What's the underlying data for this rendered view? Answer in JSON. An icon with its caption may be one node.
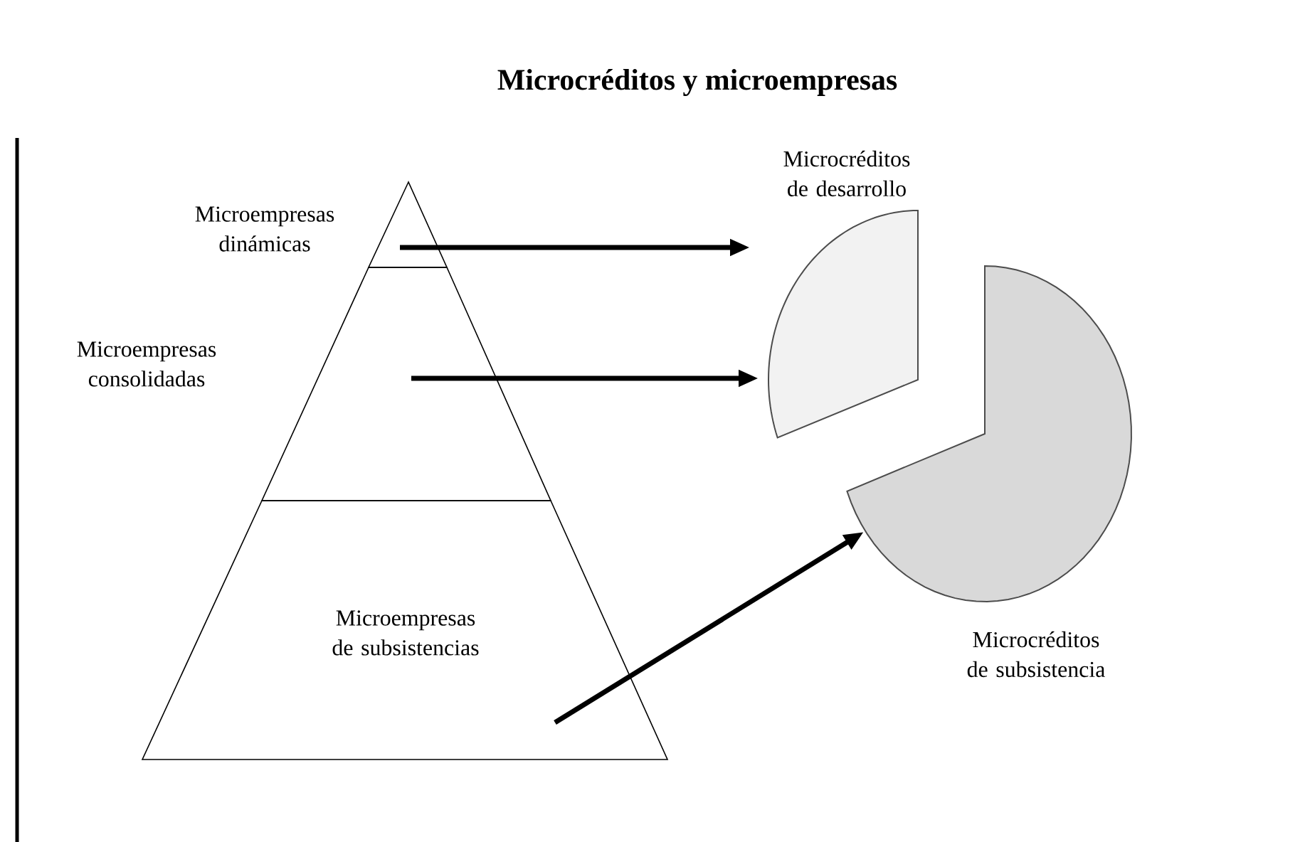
{
  "diagram": {
    "title": "Microcréditos y microempresas",
    "nodes": [
      {
        "text": [
          "Microempresas dinámicas"
        ]
      },
      {
        "text": [
          "Microempresas consolidadas"
        ]
      },
      {
        "text": [
          "Microempresas de subsistencias"
        ]
      },
      {
        "text": [
          "Microcréditos de desarrollo"
        ]
      },
      {
        "text": [
          "Microcréditos de subsistencia"
        ]
      }
    ],
    "edges": [
      {
        "from": 0,
        "to": 3,
        "arrow": "to"
      },
      {
        "from": 1,
        "to": 3,
        "arrow": "to"
      },
      {
        "from": 2,
        "to": 4,
        "arrow": "to"
      }
    ]
  }
}
